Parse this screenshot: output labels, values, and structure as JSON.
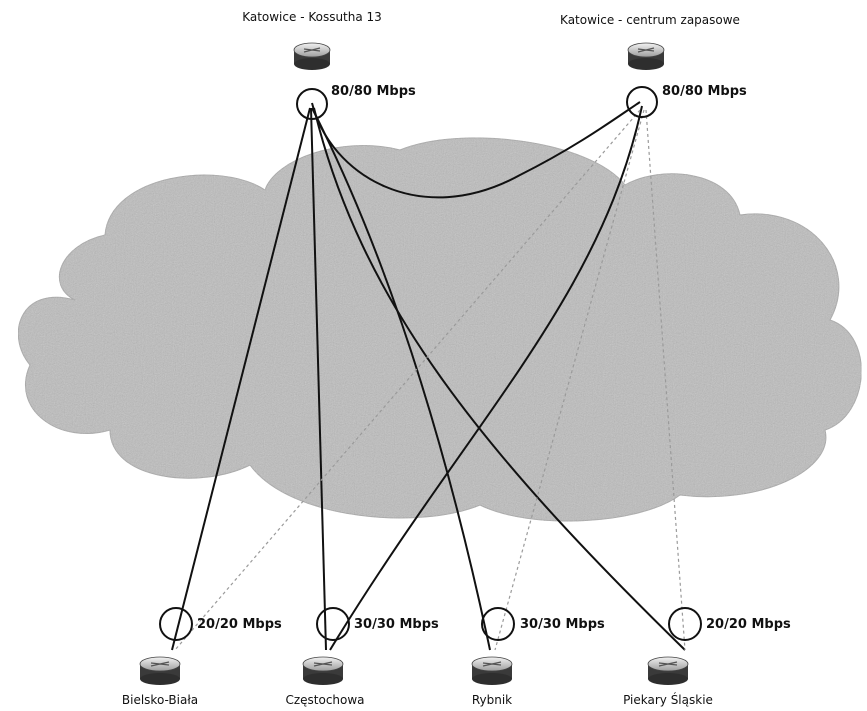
{
  "sites": {
    "hq": {
      "name": "Katowice - Kossutha 13",
      "bandwidth": "80/80 Mbps"
    },
    "backup": {
      "name": "Katowice - centrum zapasowe",
      "bandwidth": "80/80 Mbps"
    },
    "bielsko": {
      "name": "Bielsko-Biała",
      "bandwidth": "20/20 Mbps"
    },
    "czest": {
      "name": "Częstochowa",
      "bandwidth": "30/30 Mbps"
    },
    "rybnik": {
      "name": "Rybnik",
      "bandwidth": "30/30 Mbps"
    },
    "piekary": {
      "name": "Piekary Śląskie",
      "bandwidth": "20/20 Mbps"
    }
  },
  "links": [
    {
      "from": "hq",
      "to": "backup",
      "style": "solid"
    },
    {
      "from": "hq",
      "to": "bielsko",
      "style": "solid"
    },
    {
      "from": "hq",
      "to": "czest",
      "style": "solid"
    },
    {
      "from": "hq",
      "to": "rybnik",
      "style": "solid"
    },
    {
      "from": "hq",
      "to": "piekary",
      "style": "solid"
    },
    {
      "from": "backup",
      "to": "czest",
      "style": "solid"
    },
    {
      "from": "backup",
      "to": "bielsko",
      "style": "dashed"
    },
    {
      "from": "backup",
      "to": "rybnik",
      "style": "dashed"
    },
    {
      "from": "backup",
      "to": "piekary",
      "style": "dashed"
    }
  ],
  "colors": {
    "cloud": "#bdbdbd",
    "router": "#555555",
    "link": "#111111",
    "backup_link": "#9a9a9a"
  },
  "icons": {
    "router": "router-icon",
    "cloud": "wan-cloud"
  }
}
